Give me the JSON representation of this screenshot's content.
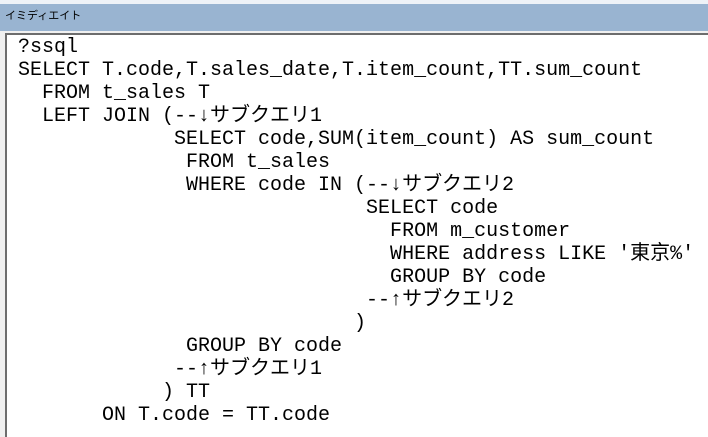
{
  "window": {
    "title": "イミディエイト"
  },
  "immediate": {
    "lines": [
      "?ssql",
      "SELECT T.code,T.sales_date,T.item_count,TT.sum_count",
      "  FROM t_sales T",
      "  LEFT JOIN (--↓サブクエリ1",
      "             SELECT code,SUM(item_count) AS sum_count",
      "              FROM t_sales",
      "              WHERE code IN (--↓サブクエリ2",
      "                             SELECT code",
      "                               FROM m_customer",
      "                               WHERE address LIKE '東京%'",
      "                               GROUP BY code",
      "                             --↑サブクエリ2",
      "                            )",
      "              GROUP BY code",
      "             --↑サブクエリ1",
      "            ) TT",
      "       ON T.code = TT.code"
    ]
  }
}
